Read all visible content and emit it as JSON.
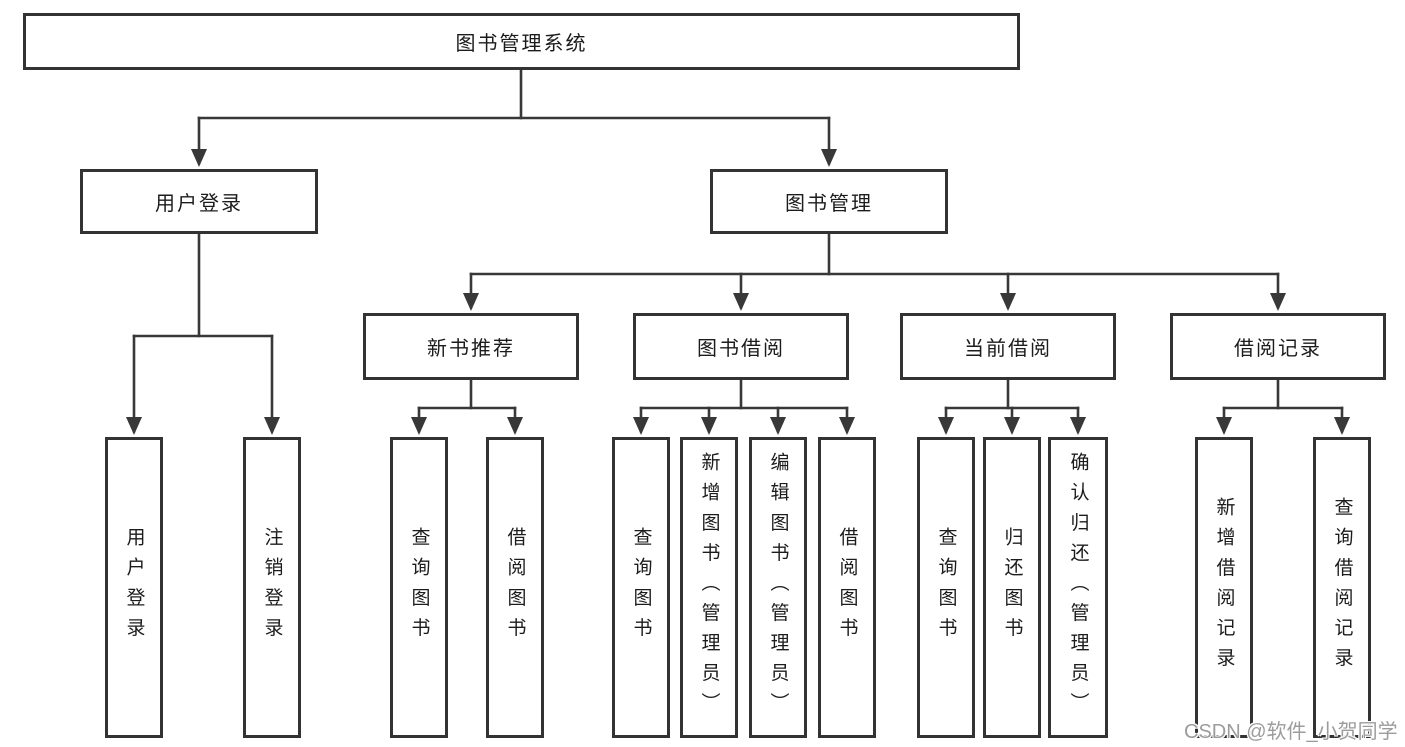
{
  "tree": {
    "label": "图书管理系统",
    "children": [
      {
        "label": "用户登录",
        "children": [
          {
            "label": "用户登录"
          },
          {
            "label": "注销登录"
          }
        ]
      },
      {
        "label": "图书管理",
        "children": [
          {
            "label": "新书推荐",
            "children": [
              {
                "label": "查询图书"
              },
              {
                "label": "借阅图书"
              }
            ]
          },
          {
            "label": "图书借阅",
            "children": [
              {
                "label": "查询图书"
              },
              {
                "label": "新增图书（管理员）"
              },
              {
                "label": "编辑图书（管理员）"
              },
              {
                "label": "借阅图书"
              }
            ]
          },
          {
            "label": "当前借阅",
            "children": [
              {
                "label": "查询图书"
              },
              {
                "label": "归还图书"
              },
              {
                "label": "确认归还（管理员）"
              }
            ]
          },
          {
            "label": "借阅记录",
            "children": [
              {
                "label": "新增借阅记录"
              },
              {
                "label": "查询借阅记录"
              }
            ]
          }
        ]
      }
    ]
  },
  "watermark": {
    "text": "CSDN @软件_小贺同学"
  },
  "colors": {
    "line": "#383838",
    "box_border": "#333333",
    "text": "#1c1c1c",
    "watermark": "#9c9c9c",
    "background": "#ffffff"
  }
}
